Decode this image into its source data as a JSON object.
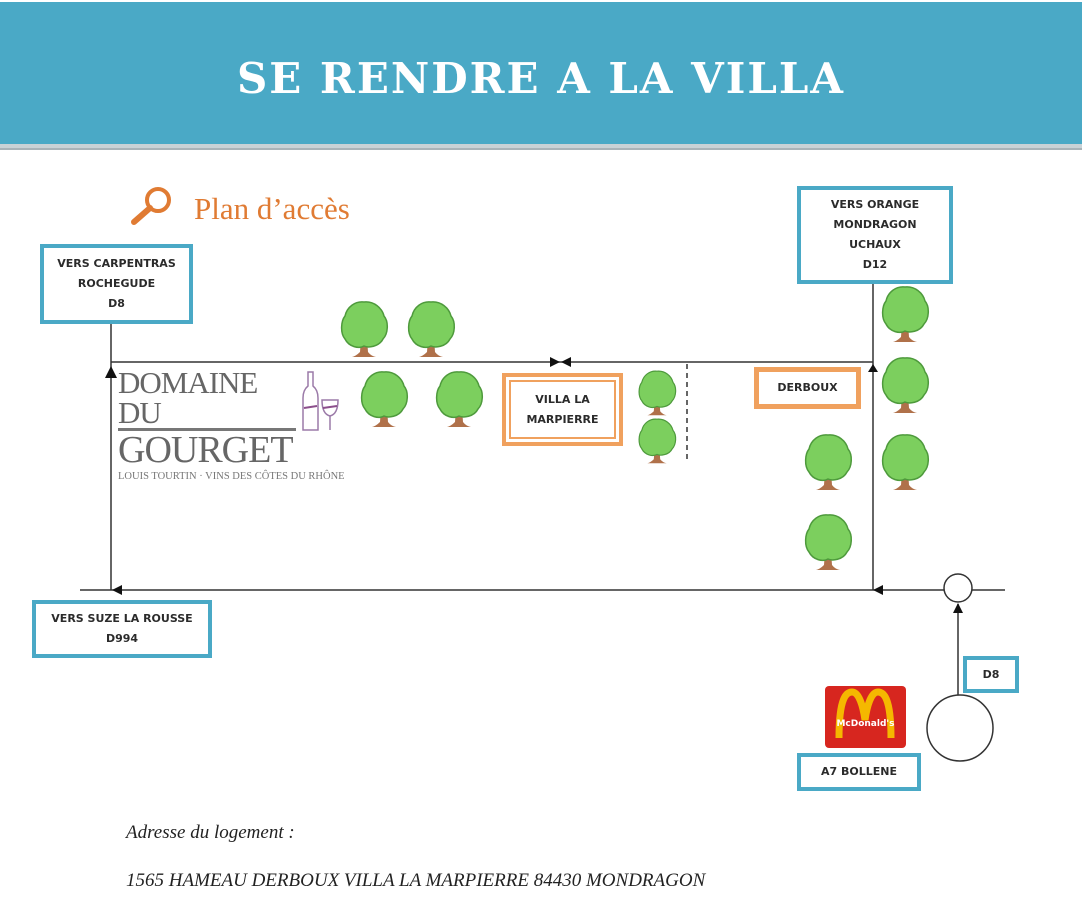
{
  "header": {
    "title": "SE RENDRE A LA VILLA"
  },
  "section": {
    "heading": "Plan d’accès",
    "icon": "magnifier-icon"
  },
  "colors": {
    "banner": "#4aa9c6",
    "accent_orange": "#e07b33",
    "box_blue": "#4aa9c6",
    "box_orange": "#f0a15e",
    "tree_green": "#7ccf5e",
    "mcdonalds_red": "#d7261f",
    "mcdonalds_yellow": "#f5b800"
  },
  "signs": {
    "carpentras": [
      "VERS CARPENTRAS",
      "ROCHEGUDE",
      "D8"
    ],
    "orange": [
      "VERS ORANGE",
      "MONDRAGON",
      "UCHAUX",
      "D12"
    ],
    "suze": [
      "VERS SUZE LA ROUSSE",
      "D994"
    ],
    "d8": [
      "D8"
    ],
    "bollene": [
      "A7 BOLLENE"
    ]
  },
  "places": {
    "villa": [
      "VILLA LA",
      "MARPIERRE"
    ],
    "derboux": "DERBOUX"
  },
  "logo": {
    "line1": "DOMAINE DU",
    "line2": "GOURGET",
    "line3": "LOUIS TOURTIN · VINS DES CÔTES DU RHÔNE"
  },
  "landmark": {
    "name": "McDonald's",
    "icon": "mcdonalds-logo"
  },
  "address": {
    "label": "Adresse du logement :",
    "value": "1565 HAMEAU DERBOUX VILLA LA MARPIERRE  84430 MONDRAGON"
  }
}
